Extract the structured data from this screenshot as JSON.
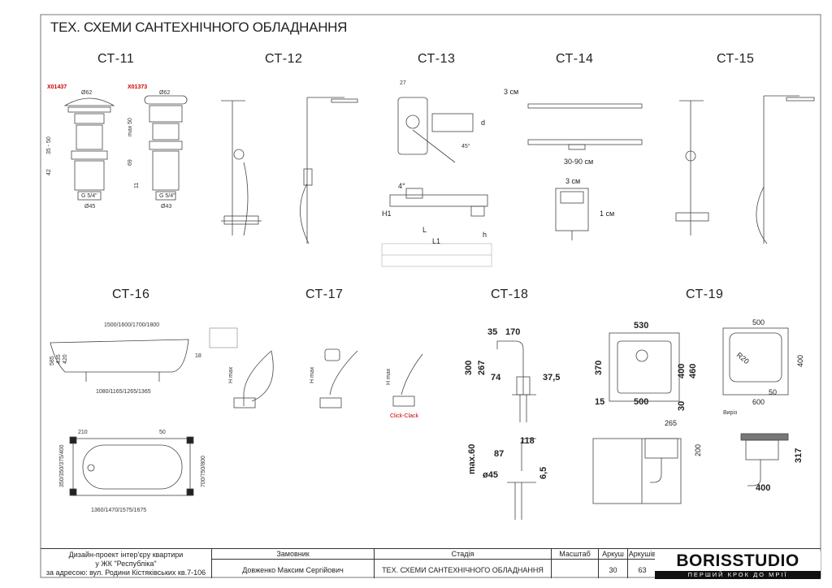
{
  "title": "ТЕХ. СХЕМИ САНТЕХНІЧНОГО ОБЛАДНАННЯ",
  "schemes": {
    "ct11": "СТ-11",
    "ct12": "СТ-12",
    "ct13": "СТ-13",
    "ct14": "СТ-14",
    "ct15": "СТ-15",
    "ct16": "СТ-16",
    "ct17": "СТ-17",
    "ct18": "СТ-18",
    "ct19": "СТ-19"
  },
  "codes": {
    "a": "X01437",
    "b": "X01373"
  },
  "dims": {
    "ct11": {
      "d62a": "Ø62",
      "d62b": "Ø62",
      "g1": "G 5/4\"",
      "g2": "G 5/4\"",
      "d45": "Ø45",
      "d43": "Ø43",
      "h1": "35 - 50",
      "h2": "42",
      "h3": "max 50",
      "h4": "69",
      "h5": "11"
    },
    "ct13": {
      "a": "27",
      "b": "d",
      "c": "45°",
      "h1": "H1",
      "l": "L",
      "l1": "L1",
      "h": "h",
      "e": "4°"
    },
    "ct14": {
      "cm3a": "3 см",
      "range": "30-90 см",
      "cm3b": "3 см",
      "cm1": "1 см"
    },
    "ct16": {
      "len": "1500/1600/1700/1800",
      "h585": "585",
      "h435": "435",
      "h420": "420",
      "h18": "18",
      "base": "1080/1165/1265/1365",
      "w210": "210",
      "w50": "50",
      "inner": "1360/1470/1575/1675",
      "side": "700/750/800",
      "side2": "350/350/375/400"
    },
    "ct17": {
      "hmax": "H max",
      "click": "Click-Clack"
    },
    "ct18": {
      "a35": "35",
      "a170": "170",
      "a300": "300",
      "a267": "267",
      "a74": "74",
      "a375": "37,5",
      "max60": "max.60",
      "a87": "87",
      "a118": "118",
      "d45": "ø45",
      "a65": "6,5"
    },
    "ct19": {
      "w530": "530",
      "h370": "370",
      "h400": "400",
      "h460": "460",
      "w15": "15",
      "w500": "500",
      "h30": "30",
      "w500b": "500",
      "r20": "R20",
      "h400b": "400",
      "w50": "50",
      "w600": "600",
      "cut": "Виріз",
      "w265": "265",
      "h200": "200",
      "h317": "317",
      "w400": "400"
    }
  },
  "titleblock": {
    "project": "Дизайн-проект інтер'єру квартири",
    "complex": "у ЖК \"Республіка\"",
    "address": "за адресою: вул. Родини Кістяківських кв.7-106",
    "client_h": "Замовник",
    "client": "Довженко Максим Сергійович",
    "stage_h": "Стадія",
    "stage": "ТЕХ. СХЕМИ САНТЕХНІЧНОГО ОБЛАДНАННЯ",
    "scale_h": "Масштаб",
    "sheet_h": "Аркуш",
    "sheets_h": "Аркушів",
    "sheet": "30",
    "sheets": "63",
    "logo": "BORISSTUDIO",
    "slogan": "ПЕРШИЙ КРОК ДО МРІЇ"
  }
}
